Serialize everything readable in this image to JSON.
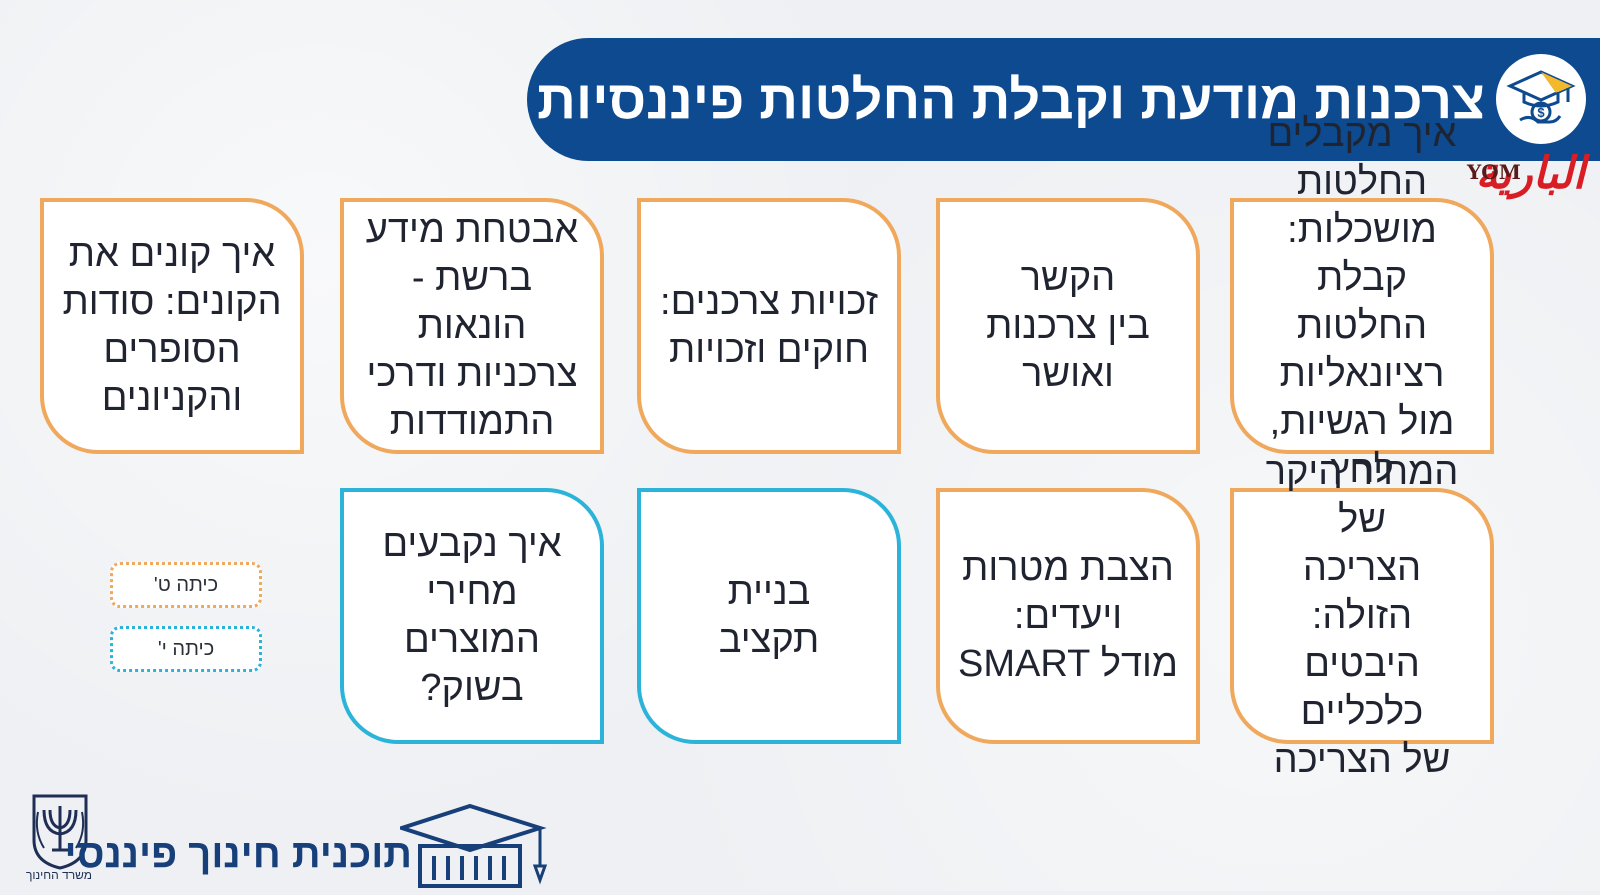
{
  "header": {
    "title": "צרכנות מודעת וקבלת החלטות פיננסיות",
    "icon": "graduation-cap-money-icon"
  },
  "watermark": {
    "arabic": "البارية",
    "latin": "YOM"
  },
  "cards_row1": [
    {
      "text": "איך מקבלים החלטות\nמושכלות: קבלת\nהחלטות רציונאליות\nמול רגשיות, לחץ\nחברתי",
      "color": "#f0a85c"
    },
    {
      "text": "הקשר\nבין צרכנות\nואושר",
      "color": "#f0a85c"
    },
    {
      "text": "זכויות צרכנים:\nחוקים וזכויות",
      "color": "#f0a85c"
    },
    {
      "text": "אבטחת מידע\nברשת - הונאות\nצרכניות ודרכי\nהתמודדות",
      "color": "#f0a85c"
    },
    {
      "text": "איך קונים את\nהקונים: סודות\nהסופרים\nוהקניונים",
      "color": "#f0a85c"
    }
  ],
  "cards_row2": [
    {
      "text": "המחיר היקר של\nהצריכה הזולה:\nהיבטים כלכליים\nשל הצריכה",
      "color": "#f0a85c"
    },
    {
      "text": "הצבת מטרות\nויעדים:\nמודל SMART",
      "color": "#f0a85c"
    },
    {
      "text": "בניית\nתקציב",
      "color": "#2bb3d9"
    },
    {
      "text": "איך נקבעים\nמחירי\nהמוצרים\nבשוק?",
      "color": "#2bb3d9"
    }
  ],
  "legend": {
    "grade_9": "כיתה ט'",
    "grade_10": "כיתה י'"
  },
  "footer": {
    "program_name": "תוכנית חינוך פיננסי",
    "ministry": "משרד החינוך"
  }
}
